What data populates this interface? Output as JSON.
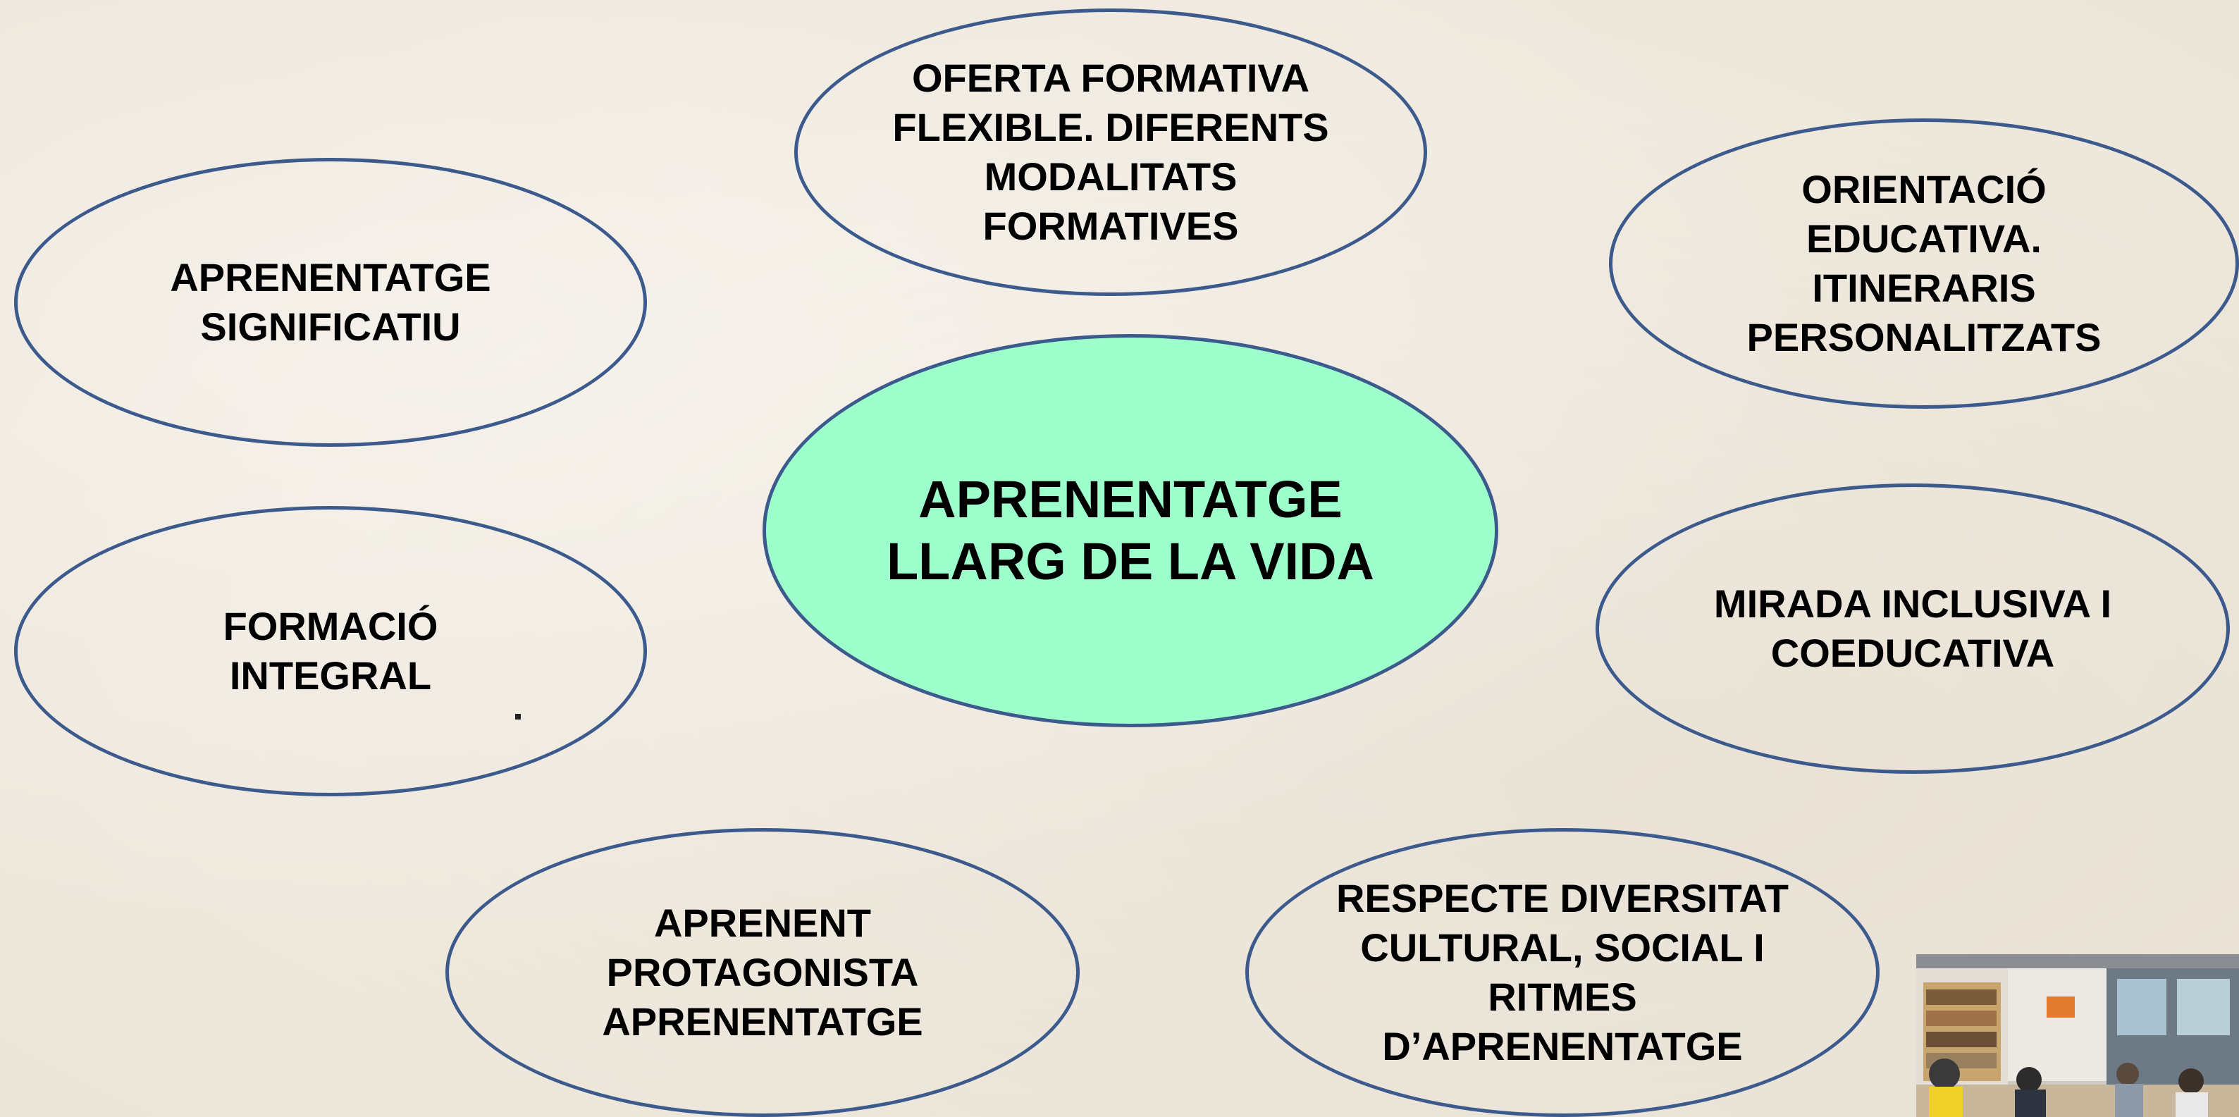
{
  "diagram": {
    "center": "APRENENTATGE\nLLARG DE LA VIDA",
    "nodes": {
      "oferta": "OFERTA FORMATIVA\nFLEXIBLE. DIFERENTS\nMODALITATS\nFORMATIVES",
      "significatiu": "APRENENTATGE\nSIGNIFICATIU",
      "orientacio": "ORIENTACIÓ\nEDUCATIVA.\nITINERARIS\nPERSONALITZATS",
      "integral": "FORMACIÓ\nINTEGRAL",
      "inclusiva": "MIRADA INCLUSIVA I\nCOEDUCATIVA",
      "protagonista": "APRENENT\nPROTAGONISTA\nAPRENENTATGE",
      "diversitat": "RESPECTE DIVERSITAT\nCULTURAL, SOCIAL I\nRITMES\nD’APRENENTATGE"
    }
  },
  "colors": {
    "outline": "#3c5a8c",
    "center_fill": "#9dffcb",
    "background": "#f1ebe1"
  }
}
